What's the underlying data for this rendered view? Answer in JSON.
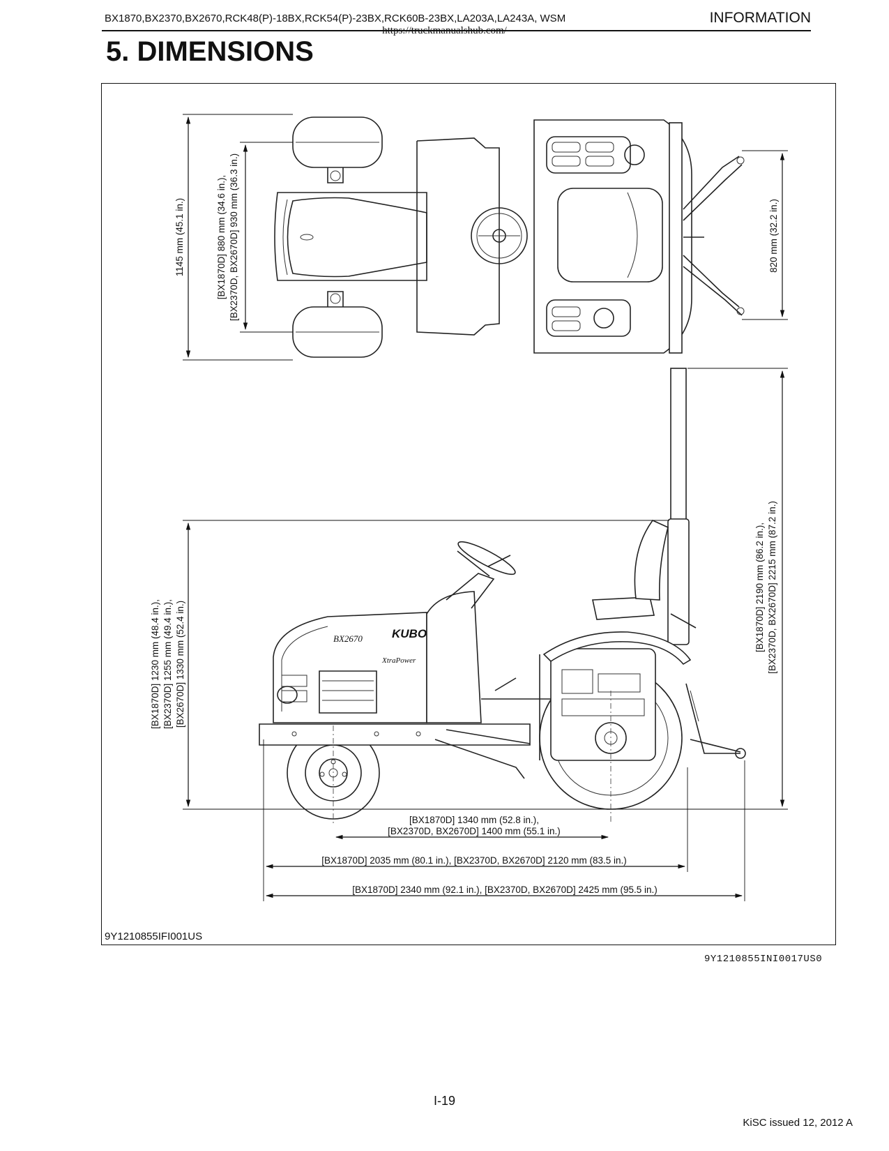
{
  "header": {
    "models": "BX1870,BX2370,BX2670,RCK48(P)-18BX,RCK54(P)-23BX,RCK60B-23BX,LA203A,LA243A, WSM",
    "section": "INFORMATION",
    "url": "https://truckmanualshub.com/"
  },
  "section_title": "5. DIMENSIONS",
  "top_view": {
    "overall_width": "1145 mm (45.1 in.)",
    "front_tread_line1": "[BX1870D] 880 mm  (34.6 in.),",
    "front_tread_line2": "[BX2370D, BX2670D] 930 mm (36.3 in.)",
    "rear_tread": "820 mm (32.2 in.)"
  },
  "side_view": {
    "height_steering_line1": "[BX1870D] 1230 mm (48.4 in.),",
    "height_steering_line2": "[BX2370D] 1255 mm (49.4 in.),",
    "height_steering_line3": "[BX2670D] 1330 mm (52.4 in.)",
    "height_rops_line1": "[BX1870D] 2190 mm (86.2 in.),",
    "height_rops_line2": "[BX2370D, BX2670D] 2215 mm (87.2 in.)",
    "wheelbase_line1": "[BX1870D] 1340 mm (52.8 in.),",
    "wheelbase_line2": "[BX2370D, BX2670D] 1400 mm (55.1 in.)",
    "length_body": "[BX1870D] 2035 mm (80.1 in.), [BX2370D, BX2670D] 2120 mm (83.5 in.)",
    "length_overall": "[BX1870D] 2340 mm (92.1 in.), [BX2370D, BX2670D] 2425 mm (95.5 in.)",
    "hood_brand": "KUBOTA",
    "hood_model": "BX2670",
    "hood_badge": "XtraPower"
  },
  "figure_ref": "9Y1210855IFI001US",
  "doc_ref": "9Y1210855INI0017US0",
  "page_number": "I-19",
  "issue_note": "KiSC issued 12, 2012 A"
}
